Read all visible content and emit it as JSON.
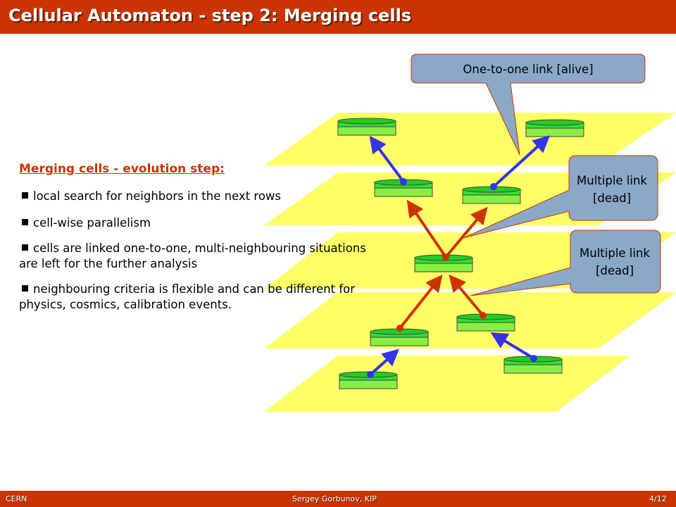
{
  "title": "Cellular Automaton - step 2:  Merging cells",
  "subheading": "Merging cells - evolution step:",
  "bullets": [
    "local search for neighbors in the next rows",
    "cell-wise parallelism",
    "cells are linked one-to-one, multi-neighbouring situations are left for the further analysis",
    "neighbouring criteria is flexible and can be different for physics, cosmics, calibration events."
  ],
  "callouts": {
    "alive": "One-to-one link [alive]",
    "dead1_line1": "Multiple link",
    "dead1_line2": "[dead]",
    "dead2_line1": "Multiple link",
    "dead2_line2": "[dead]"
  },
  "footer": {
    "left": "CERN",
    "center": "Sergey Gorbunov, KIP",
    "right": "4/12"
  },
  "colors": {
    "title_bar": "#cc3300",
    "plane": "#ffff66",
    "cell": "#33dd33",
    "alive_link": "#3333ee",
    "dead_link": "#cc3300",
    "callout": "#8aa8c8"
  }
}
